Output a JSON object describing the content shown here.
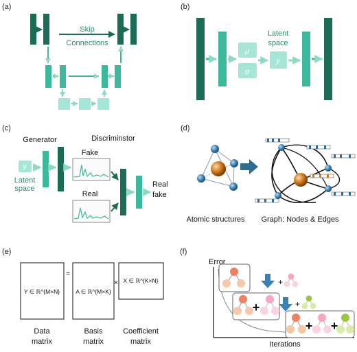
{
  "panels": {
    "a": {
      "label": "(a)",
      "skip_line1": "Skip",
      "skip_line2": "Connections"
    },
    "b": {
      "label": "(b)",
      "mu": "μ",
      "sigma": "σ",
      "latent_line1": "Latent",
      "latent_line2": "space",
      "y": "y"
    },
    "c": {
      "label": "(c)",
      "generator": "Generator",
      "discriminator": "Discriminstor",
      "fake": "Fake",
      "real": "Real",
      "y": "y",
      "latent_line1": "Latent",
      "latent_line2": "space",
      "output_line1": "Real",
      "output_line2": "fake"
    },
    "d": {
      "label": "(d)",
      "caption_left": "Atomic structures",
      "caption_right": "Graph: Nodes & Edges"
    },
    "e": {
      "label": "(e)",
      "data_matrix_formula": "Y ∈ ℝ^{M×N}",
      "basis_matrix_formula": "A ∈ ℝ^{M×K}",
      "coef_matrix_formula": "X ∈ ℝ^{K×N}",
      "equals": "=",
      "times": "×",
      "data_caption_1": "Data",
      "data_caption_2": "matrix",
      "basis_caption_1": "Basis",
      "basis_caption_2": "matrix",
      "coef_caption_1": "Coefficient",
      "coef_caption_2": "matrix"
    },
    "f": {
      "label": "(f)",
      "ylabel": "Error",
      "xlabel": "Iterations",
      "plus": "+"
    }
  },
  "colors": {
    "dark_teal": "#1c6b55",
    "mid_teal": "#3cb89a",
    "light_teal": "#a6e6d6",
    "text_teal": "#2a8a70",
    "arrow_blue": "#2e6d93",
    "atom_blue": "#3a82b5",
    "atom_orange": "#d07a1c",
    "node_orange": "#f08060",
    "node_peach": "#f5c8a8",
    "node_pink": "#f4a6c4",
    "node_lightpink": "#f8d4e2",
    "node_green": "#9cc545",
    "node_lightgreen": "#d8ecaa"
  }
}
